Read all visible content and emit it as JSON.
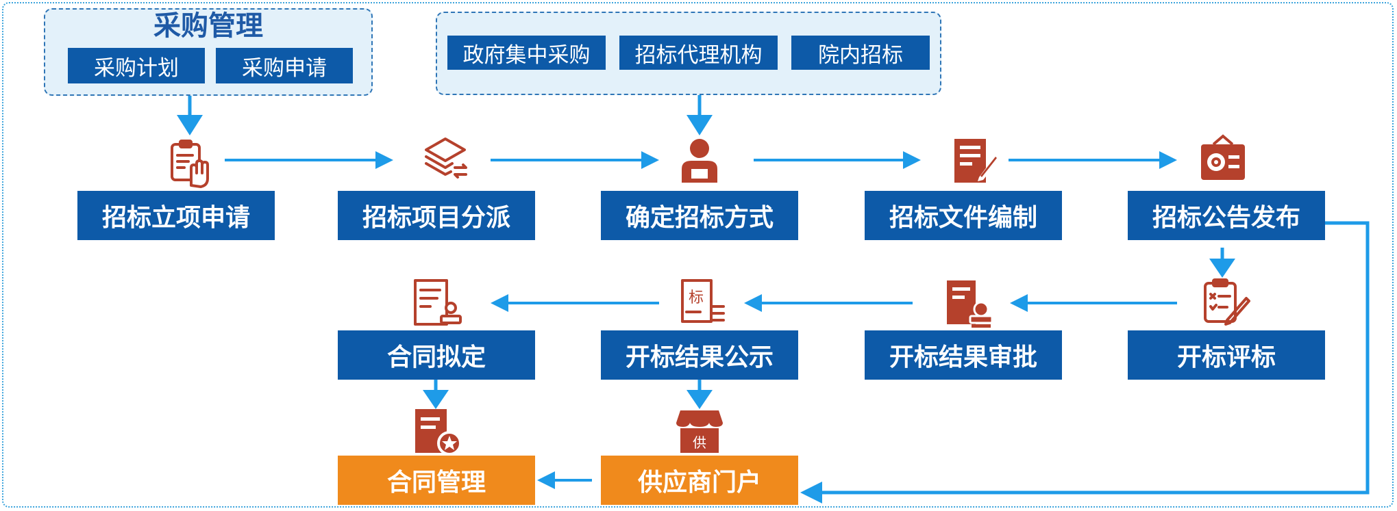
{
  "groups": {
    "procurement": {
      "title": "采购管理",
      "items": [
        "采购计划",
        "采购申请"
      ]
    },
    "methods": {
      "items": [
        "政府集中采购",
        "招标代理机构",
        "院内招标"
      ]
    }
  },
  "steps": {
    "s1": "招标立项申请",
    "s2": "招标项目分派",
    "s3": "确定招标方式",
    "s4": "招标文件编制",
    "s5": "招标公告发布",
    "s6": "开标评标",
    "s7": "开标结果审批",
    "s8": "开标结果公示",
    "s9": "合同拟定",
    "s10": "供应商门户",
    "s11": "合同管理"
  },
  "icon_stamps": {
    "bid": "标",
    "supply": "供"
  },
  "colors": {
    "step_blue": "#0d5aa8",
    "step_orange": "#f08a1c",
    "arrow_blue": "#1e9be8",
    "icon_red": "#b5412c",
    "group_fill": "#e3f1fa",
    "group_border": "#2e75b6"
  },
  "icons": {
    "s1": "clipboard-hand-icon",
    "s2": "layers-swap-icon",
    "s3": "person-desk-icon",
    "s4": "document-pen-icon",
    "s5": "announcement-board-icon",
    "s6": "checklist-pen-icon",
    "s7": "document-seal-icon",
    "s8": "bid-document-icon",
    "s9": "contract-seal-icon",
    "s10": "supplier-store-icon",
    "s11": "contract-star-icon"
  }
}
